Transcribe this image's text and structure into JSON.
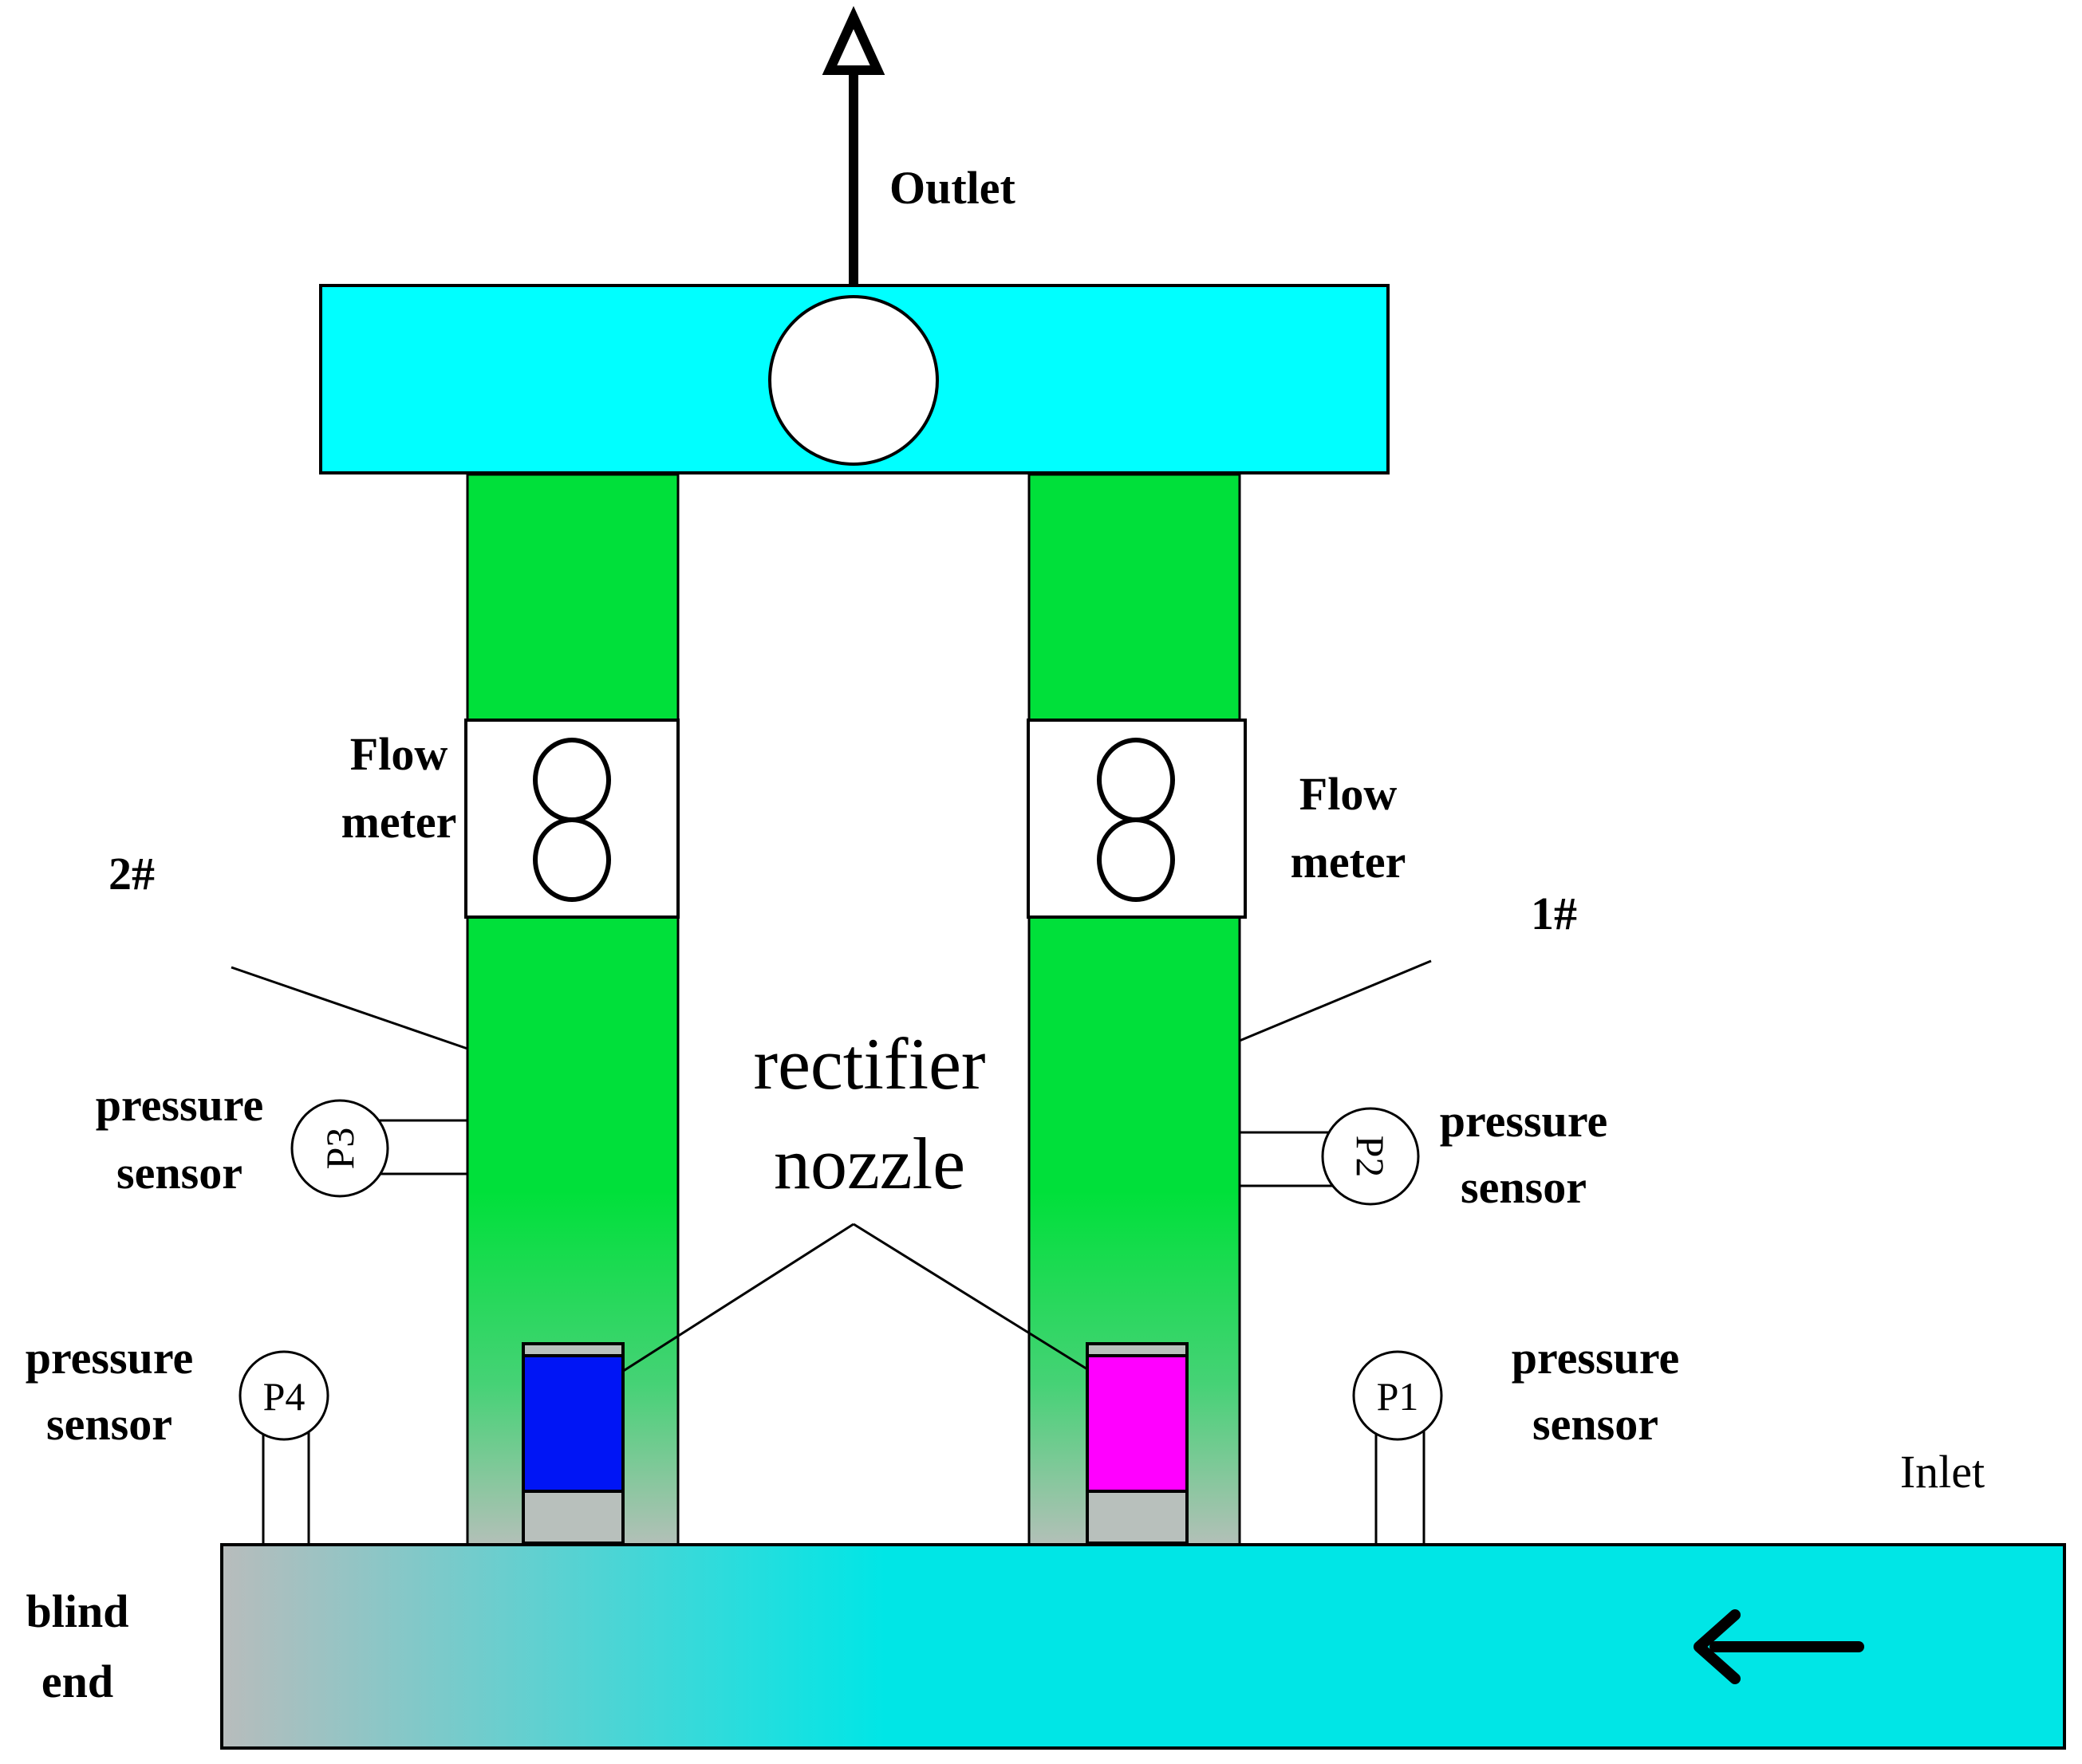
{
  "labels": {
    "outlet": "Outlet",
    "inlet": "Inlet",
    "blind_end_line1": "blind",
    "blind_end_line2": "end",
    "flow_meter_line1": "Flow",
    "flow_meter_line2": "meter",
    "branch_2": "2#",
    "branch_1": "1#",
    "pressure_line1": "pressure",
    "pressure_line2": "sensor",
    "rectifier_line1": "rectifier",
    "rectifier_line2": "nozzle",
    "p1": "P1",
    "p2": "P2",
    "p3": "P3",
    "p4": "P4"
  },
  "colors": {
    "header_pipe": "#00ffff",
    "branch_green": "#00e03a",
    "branch_bottom": "#b3c0b8",
    "inlet_pipe_cyan": "#00e6e6",
    "blind_end_gray": "#b8bcbc",
    "nozzle_left": "#0015f5",
    "nozzle_right": "#ff00ff",
    "nozzle_base": "#b8c0bc"
  }
}
